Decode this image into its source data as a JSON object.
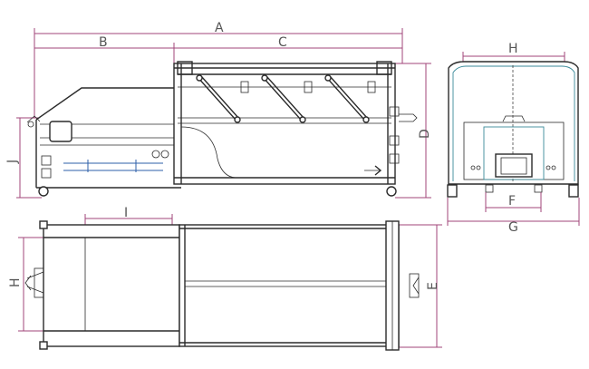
{
  "labels": {
    "a": "A",
    "b": "B",
    "c": "C",
    "d": "D",
    "e": "E",
    "f": "F",
    "g": "G",
    "h_top": "H",
    "h_side": "H",
    "i": "I",
    "j": "J"
  },
  "colors": {
    "dimension": "#a0467a",
    "body": "#2b2b2b",
    "accent_teal": "#3a8a9a",
    "accent_blue": "#2e5fa8"
  }
}
